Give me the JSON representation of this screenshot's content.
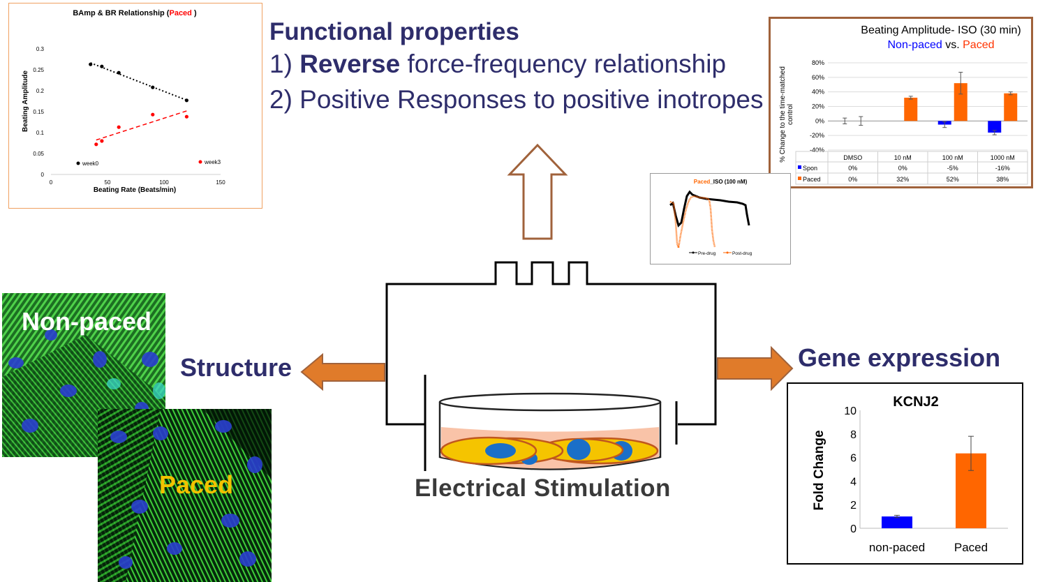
{
  "functional": {
    "title": "Functional properties",
    "line1_prefix": "1) ",
    "line1_bold": "Reverse",
    "line1_rest": " force-frequency relationship",
    "line2": "2) Positive Responses to positive inotropes"
  },
  "labels": {
    "structure": "Structure",
    "gene_expression": "Gene expression",
    "electrical_stimulation": "Electrical Stimulation",
    "non_paced": "Non-paced",
    "paced": "Paced"
  },
  "colors": {
    "navy": "#2e2d6b",
    "arrow_fill": "#e07b2a",
    "arrow_stroke": "#a0623b",
    "paced_orange": "#ff6600",
    "nonpaced_blue": "#0000ff"
  },
  "bamp_chart": {
    "title_prefix": "BAmp & BR Relationship (",
    "title_highlight": "Paced",
    "title_suffix": " )",
    "xlabel": "Beating Rate (Beats/min)",
    "ylabel": "Beating Amplitude",
    "legend_week0": "week0",
    "legend_week3": "week3",
    "x_ticks": [
      "0",
      "50",
      "100",
      "150"
    ],
    "y_ticks": [
      "0",
      "0.05",
      "0.1",
      "0.15",
      "0.2",
      "0.25",
      "0.3"
    ]
  },
  "iso_chart": {
    "title": "Beating Amplitude- ISO (30 min)",
    "subtitle_a": "Non-paced",
    "subtitle_vs": " vs. ",
    "subtitle_b": "Paced",
    "ylabel": "% Change to the time-matched control",
    "y_ticks": [
      "80%",
      "60%",
      "40%",
      "20%",
      "0%",
      "-20%",
      "-40%"
    ],
    "table_header": [
      "DMSO",
      "10 nM",
      "100 nM",
      "1000 nM"
    ],
    "row_spon_label": "Spon",
    "row_spon": [
      "0%",
      "0%",
      "-5%",
      "-16%"
    ],
    "row_paced_label": "Paced",
    "row_paced": [
      "0%",
      "32%",
      "52%",
      "38%"
    ]
  },
  "trace_chart": {
    "title_highlight": "Paced",
    "title_rest": "_ISO (100 nM)",
    "legend_pre": "Pre-drug",
    "legend_post": "Post-drug"
  },
  "chart_data": [
    {
      "type": "scatter",
      "title": "BAmp & BR Relationship (Paced )",
      "xlabel": "Beating Rate (Beats/min)",
      "ylabel": "Beating Amplitude",
      "xlim": [
        0,
        150
      ],
      "ylim": [
        0,
        0.3
      ],
      "legend": "bottom",
      "series": [
        {
          "name": "week0",
          "x": [
            35,
            45,
            60,
            90,
            120
          ],
          "y": [
            0.263,
            0.258,
            0.243,
            0.208,
            0.177
          ]
        },
        {
          "name": "week3",
          "x": [
            40,
            45,
            60,
            90,
            120
          ],
          "y": [
            0.072,
            0.08,
            0.113,
            0.143,
            0.138
          ]
        }
      ]
    },
    {
      "type": "bar",
      "title": "Beating Amplitude- ISO (30 min)",
      "ylabel": "% Change to the time-matched control",
      "categories": [
        "DMSO",
        "10 nM",
        "100 nM",
        "1000 nM"
      ],
      "ylim": [
        -40,
        80
      ],
      "series": [
        {
          "name": "Spon",
          "values": [
            0,
            0,
            -5,
            -16
          ],
          "errors": [
            4,
            0,
            4,
            3
          ]
        },
        {
          "name": "Paced",
          "values": [
            0,
            32,
            52,
            38
          ],
          "errors": [
            6,
            2,
            15,
            2
          ]
        }
      ]
    },
    {
      "type": "bar",
      "title": "KCNJ2",
      "ylabel": "Fold Change",
      "categories": [
        "non-paced",
        "Paced"
      ],
      "values": [
        1,
        6.35
      ],
      "errors": [
        0.1,
        1.45
      ],
      "ylim": [
        0,
        10
      ],
      "y_ticks": [
        "0",
        "2",
        "4",
        "6",
        "8",
        "10"
      ]
    }
  ]
}
